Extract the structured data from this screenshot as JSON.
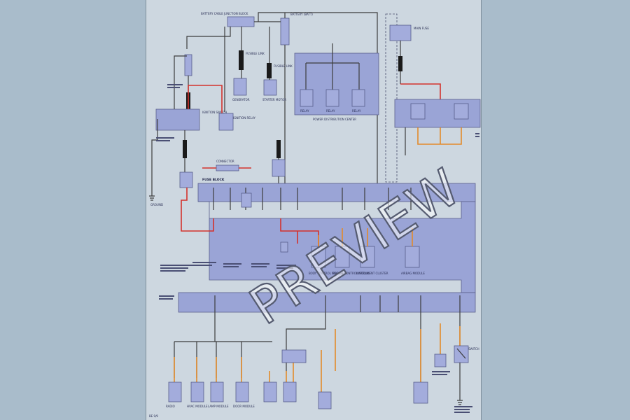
{
  "watermark": "PREVIEW",
  "footer_left": "BE 9/9",
  "colors": {
    "wire_black": "#3c3c3c",
    "wire_red": "#d4322c",
    "wire_orange": "#e38a2a",
    "module_fill": "#9aa4d6",
    "sheet": "#cdd7e0",
    "background": "#a9bccb"
  },
  "labels": {
    "battery_cable": "BATTERY CABLE JUNCTION BLOCK",
    "battery": "BATTERY (BATT)",
    "main_fuse": "MAIN FUSE",
    "fuse_a": "FUSIBLE LINK",
    "fuse_b": "FUSIBLE LINK",
    "pdc": "POWER DISTRIBUTION CENTER",
    "relay_a": "RELAY",
    "relay_b": "RELAY",
    "relay_c": "RELAY",
    "generator": "GENERATOR",
    "starter": "STARTER MOTOR",
    "ignition": "IGNITION SWITCH",
    "ignition_relay": "IGNITION RELAY",
    "fuse_block": "FUSE BLOCK",
    "ground": "GROUND",
    "module_a": "BODY CONTROL MODULE",
    "module_b": "ENGINE CONTROL MODULE",
    "module_c": "INSTRUMENT CLUSTER",
    "module_d": "AIRBAG MODULE",
    "module_e": "RADIO",
    "module_f": "HVAC MODULE",
    "module_g": "LAMP MODULE",
    "module_h": "DOOR MODULE",
    "connector": "CONNECTOR",
    "switch": "SWITCH"
  }
}
